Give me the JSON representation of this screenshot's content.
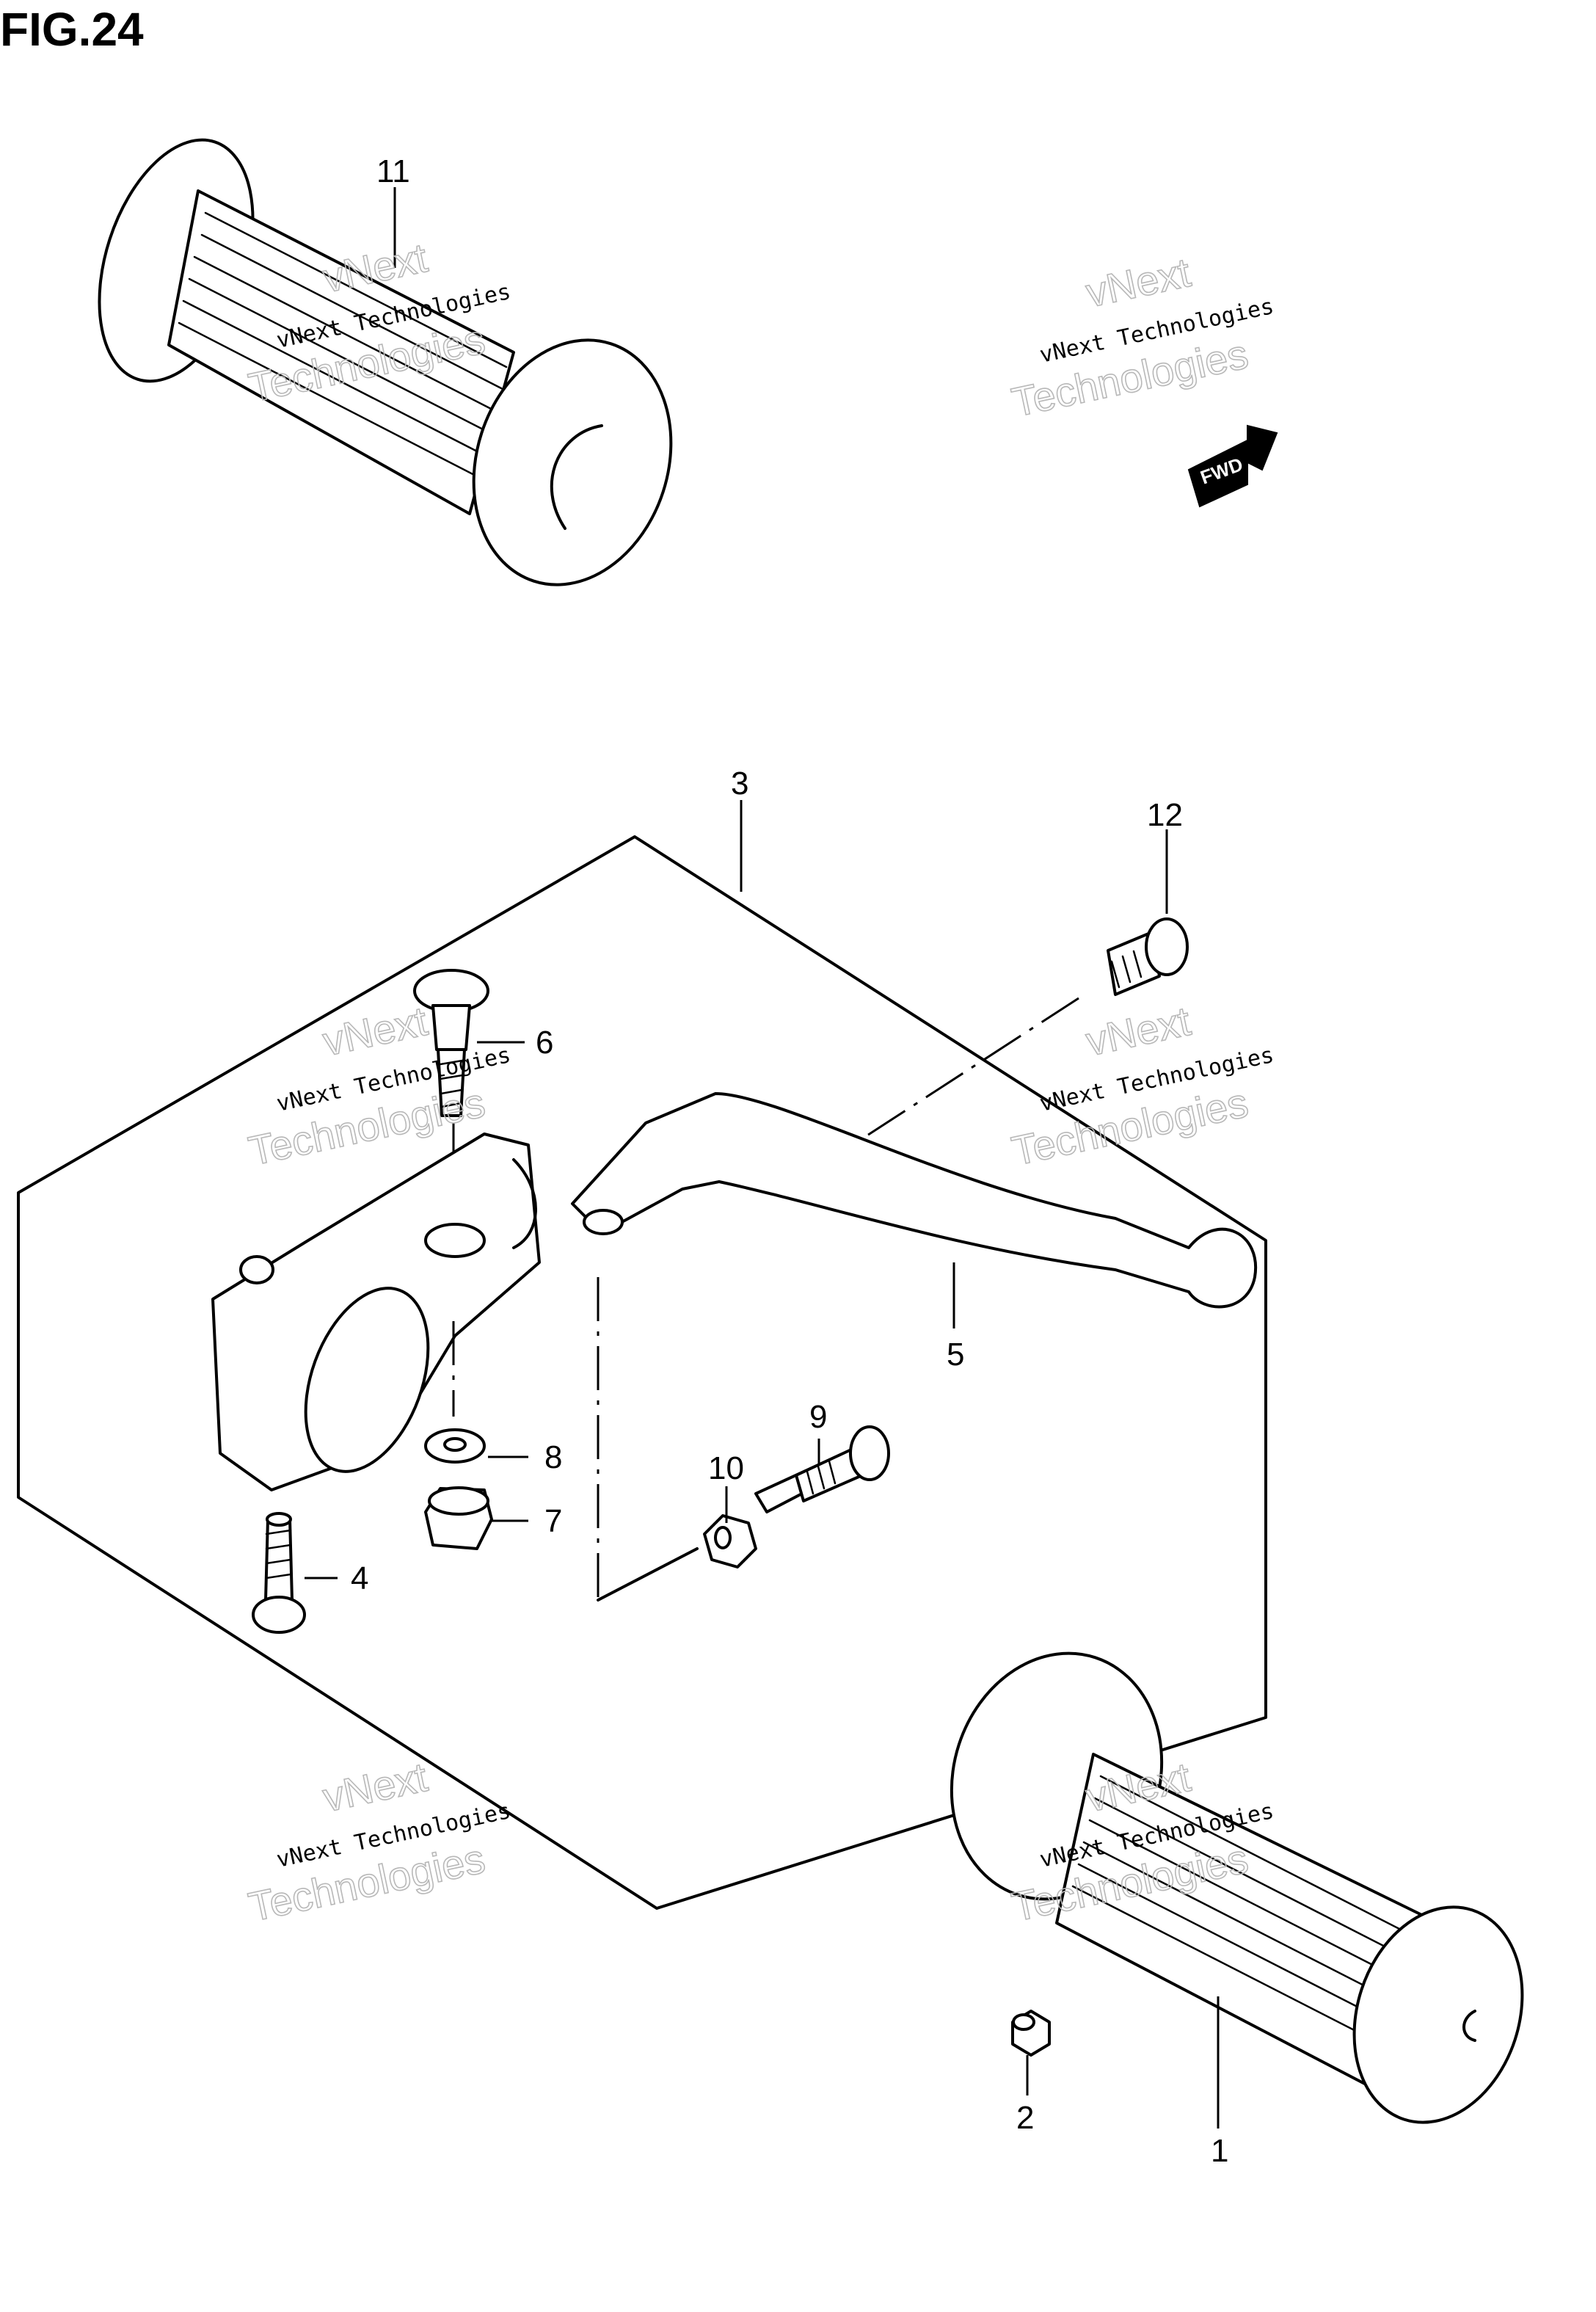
{
  "figure": {
    "title": "FIG.24"
  },
  "fwd_badge": "FWD",
  "watermark": {
    "line1": "vNext",
    "line2": "vNext Technologies",
    "line3": "Technologies"
  },
  "callouts": {
    "p1": "1",
    "p2": "2",
    "p3": "3",
    "p4": "4",
    "p5": "5",
    "p6": "6",
    "p7": "7",
    "p8": "8",
    "p9": "9",
    "p10": "10",
    "p11": "11",
    "p12": "12"
  }
}
